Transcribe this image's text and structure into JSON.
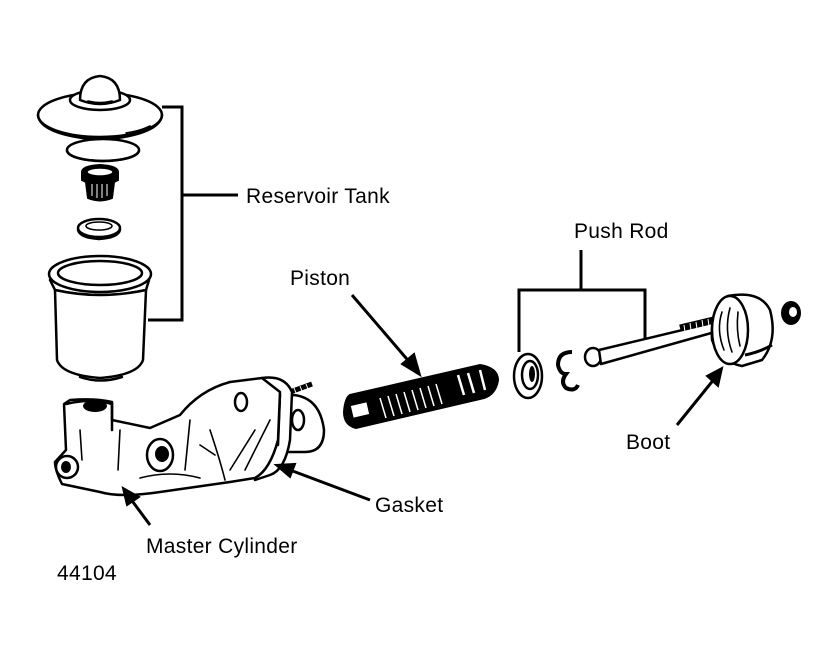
{
  "diagram": {
    "title": "Clutch master cylinder exploded view",
    "figure_number": "44104",
    "colors": {
      "ink": "#000000",
      "paper": "#ffffff"
    },
    "labels": {
      "reservoir_tank": "Reservoir Tank",
      "piston": "Piston",
      "push_rod": "Push Rod",
      "boot": "Boot",
      "gasket": "Gasket",
      "master_cylinder": "Master Cylinder"
    },
    "components": [
      "reservoir cap",
      "cap seal",
      "reservoir strainer",
      "grommet",
      "reservoir body",
      "master cylinder body",
      "gasket",
      "piston",
      "washer",
      "snap ring",
      "push rod",
      "boot",
      "nut"
    ]
  }
}
